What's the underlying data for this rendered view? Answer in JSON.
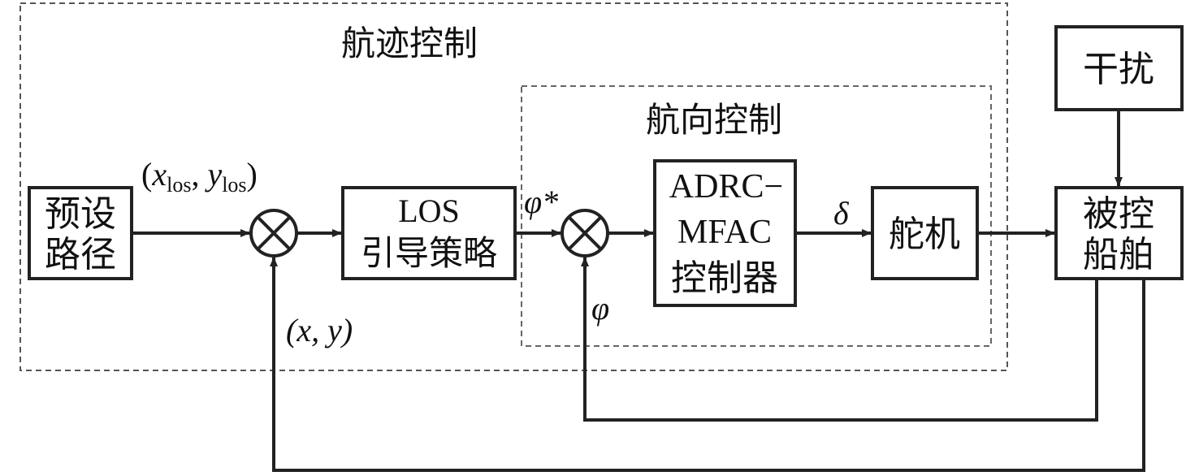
{
  "regions": {
    "track_control": "航迹控制",
    "heading_control": "航向控制"
  },
  "blocks": {
    "preset_path": [
      "预设",
      "路径"
    ],
    "los_guidance": [
      "LOS",
      "引导策略"
    ],
    "adrc_mfac": [
      "ADRC−",
      "MFAC",
      "控制器"
    ],
    "rudder": "舵机",
    "controlled_ship": [
      "被控",
      "船舶"
    ],
    "disturbance": "干扰"
  },
  "signals": {
    "los_point": {
      "open": "(",
      "x": "x",
      "x_sub": "los",
      "sep": ", ",
      "y": "y",
      "y_sub": "los",
      "close": ")"
    },
    "position": "(x, y)",
    "heading_ref": "φ*",
    "heading": "φ",
    "rudder_angle": "δ"
  }
}
